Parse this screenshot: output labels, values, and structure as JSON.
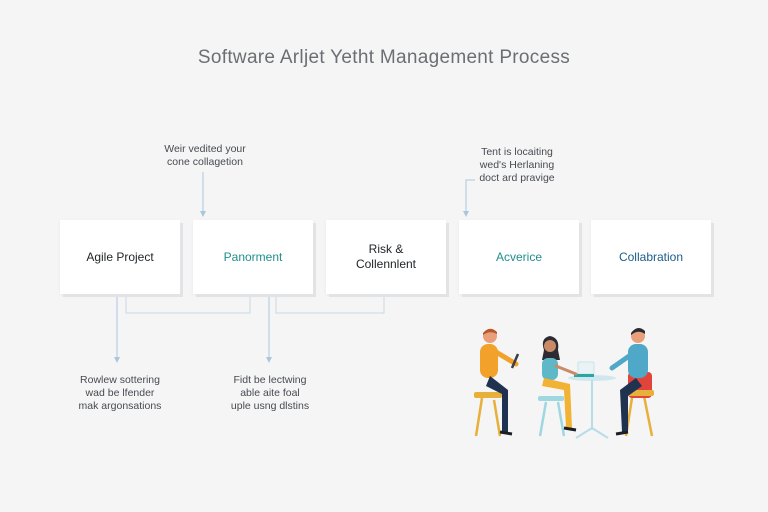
{
  "title": "Software Arljet Yetht Management Process",
  "steps": [
    {
      "label": "Agile Project",
      "color": "#222629"
    },
    {
      "label": "Panorment",
      "color": "#1f8f8c"
    },
    {
      "label": "Risk &\nCollennlent",
      "color": "#222629"
    },
    {
      "label": "Acverice",
      "color": "#1f8f8c"
    },
    {
      "label": "Collabration",
      "color": "#1a5d8a"
    }
  ],
  "notes": {
    "top_left": "Weir vedited your\ncone collagetion",
    "top_right": "Tent is locaiting\nwed's Herlaning\ndoct ard pravige",
    "bottom_left": "Rowlew sottering\nwad be lfender\nmak argonsations",
    "bottom_mid": "Fidt be lectwing\nable aite foal\nuple usng dlstins"
  },
  "colors": {
    "teal": "#1f8f8c",
    "orange": "#f2a12a",
    "navy": "#1f3350",
    "blue_connector": "#a9c6dd"
  },
  "illustration": "team-meeting-illustration"
}
